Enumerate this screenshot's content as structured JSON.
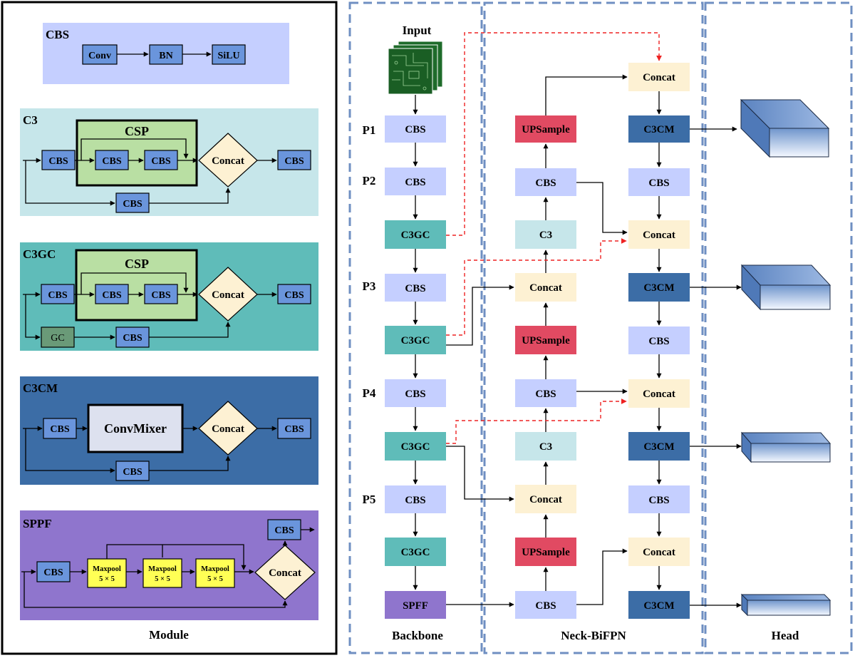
{
  "module": {
    "caption": "Module",
    "cbs": {
      "title": "CBS",
      "conv": "Conv",
      "bn": "BN",
      "silu": "SiLU"
    },
    "c3": {
      "title": "C3",
      "csp": "CSP",
      "cbs": "CBS",
      "concat": "Concat"
    },
    "c3gc": {
      "title": "C3GC",
      "csp": "CSP",
      "cbs": "CBS",
      "gc": "GC",
      "concat": "Concat"
    },
    "c3cm": {
      "title": "C3CM",
      "cbs": "CBS",
      "convmixer": "ConvMixer",
      "concat": "Concat"
    },
    "sppf": {
      "title": "SPPF",
      "cbs": "CBS",
      "maxpool": "Maxpool",
      "kernel": "5 × 5",
      "concat": "Concat"
    }
  },
  "backbone": {
    "caption": "Backbone",
    "input_label": "Input",
    "stage_labels": [
      "P1",
      "P2",
      "P3",
      "P4",
      "P5"
    ],
    "blocks": [
      "CBS",
      "CBS",
      "C3GC",
      "CBS",
      "C3GC",
      "CBS",
      "C3GC",
      "CBS",
      "C3GC",
      "SPFF"
    ]
  },
  "neck": {
    "caption": "Neck-BiFPN",
    "left_column": [
      "UPSample",
      "CBS",
      "C3",
      "Concat",
      "UPSample",
      "CBS",
      "C3",
      "Concat",
      "UPSample",
      "CBS"
    ],
    "right_column": [
      "Concat",
      "C3CM",
      "CBS",
      "Concat",
      "C3CM",
      "CBS",
      "Concat",
      "C3CM",
      "CBS",
      "Concat",
      "C3CM"
    ]
  },
  "head": {
    "caption": "Head"
  },
  "colors": {
    "cbs_light": "#c5cfff",
    "cbs_blue": "#6a95dc",
    "c3gc_teal": "#5fbcb9",
    "c3_light": "#c6e6ea",
    "concat_cream": "#fdf1d3",
    "upsample_red": "#e14a62",
    "c3cm_dark": "#3c6da6",
    "sppf_purple": "#8f75cd",
    "maxpool_yellow": "#ffff55",
    "dashed_border": "#6f8fc2",
    "skip_red": "#ee2222"
  }
}
